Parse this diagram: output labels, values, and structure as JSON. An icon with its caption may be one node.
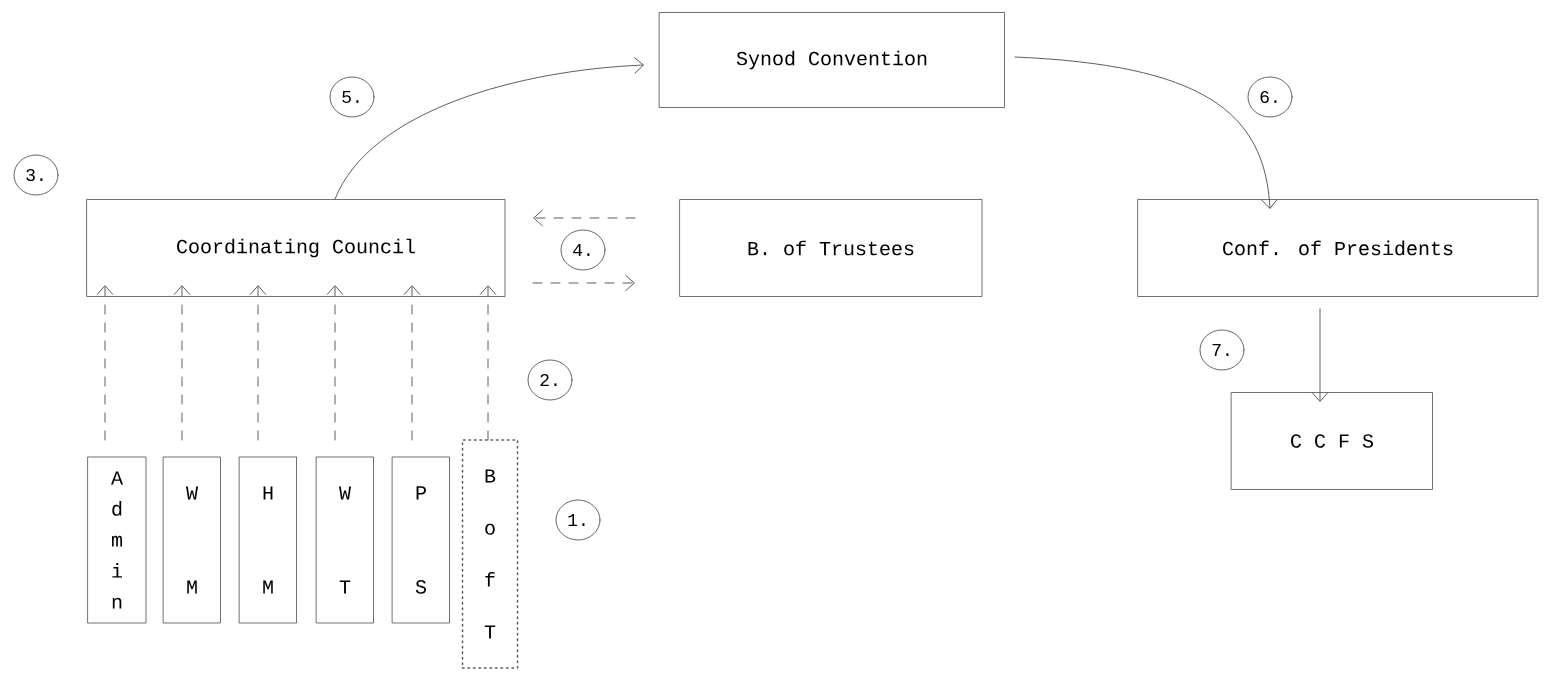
{
  "diagram": {
    "nodes": [
      {
        "text": [
          "Synod Convention"
        ]
      },
      {
        "text": [
          "Coordinating Council"
        ]
      },
      {
        "text": [
          "B. of Trustees"
        ]
      },
      {
        "text": [
          "Conf. of Presidents"
        ]
      },
      {
        "text": [
          "C C F S"
        ]
      },
      {
        "text": [
          "A d m i n"
        ]
      },
      {
        "text": [
          "W M"
        ]
      },
      {
        "text": [
          "H M"
        ]
      },
      {
        "text": [
          "W T"
        ]
      },
      {
        "text": [
          "P S"
        ]
      },
      {
        "text": [
          "B o f T"
        ]
      }
    ],
    "edges": [
      {
        "from": 1,
        "to": 0,
        "arrow": "to"
      },
      {
        "from": 0,
        "to": 3,
        "arrow": "to"
      },
      {
        "from": 2,
        "to": 1,
        "arrow": "to",
        "style": "dashed"
      },
      {
        "from": 1,
        "to": 2,
        "arrow": "to",
        "style": "dashed"
      },
      {
        "from": 3,
        "to": 4,
        "arrow": "to"
      },
      {
        "from": 5,
        "to": 1,
        "arrow": "to",
        "style": "dashed"
      },
      {
        "from": 6,
        "to": 1,
        "arrow": "to",
        "style": "dashed"
      },
      {
        "from": 7,
        "to": 1,
        "arrow": "to",
        "style": "dashed"
      },
      {
        "from": 8,
        "to": 1,
        "arrow": "to",
        "style": "dashed"
      },
      {
        "from": 9,
        "to": 1,
        "arrow": "to",
        "style": "dashed"
      },
      {
        "from": 10,
        "to": 1,
        "arrow": "to",
        "style": "dashed"
      }
    ],
    "labels": [
      "5.",
      "6.",
      "3.",
      "4.",
      "7.",
      "2.",
      "1."
    ]
  }
}
